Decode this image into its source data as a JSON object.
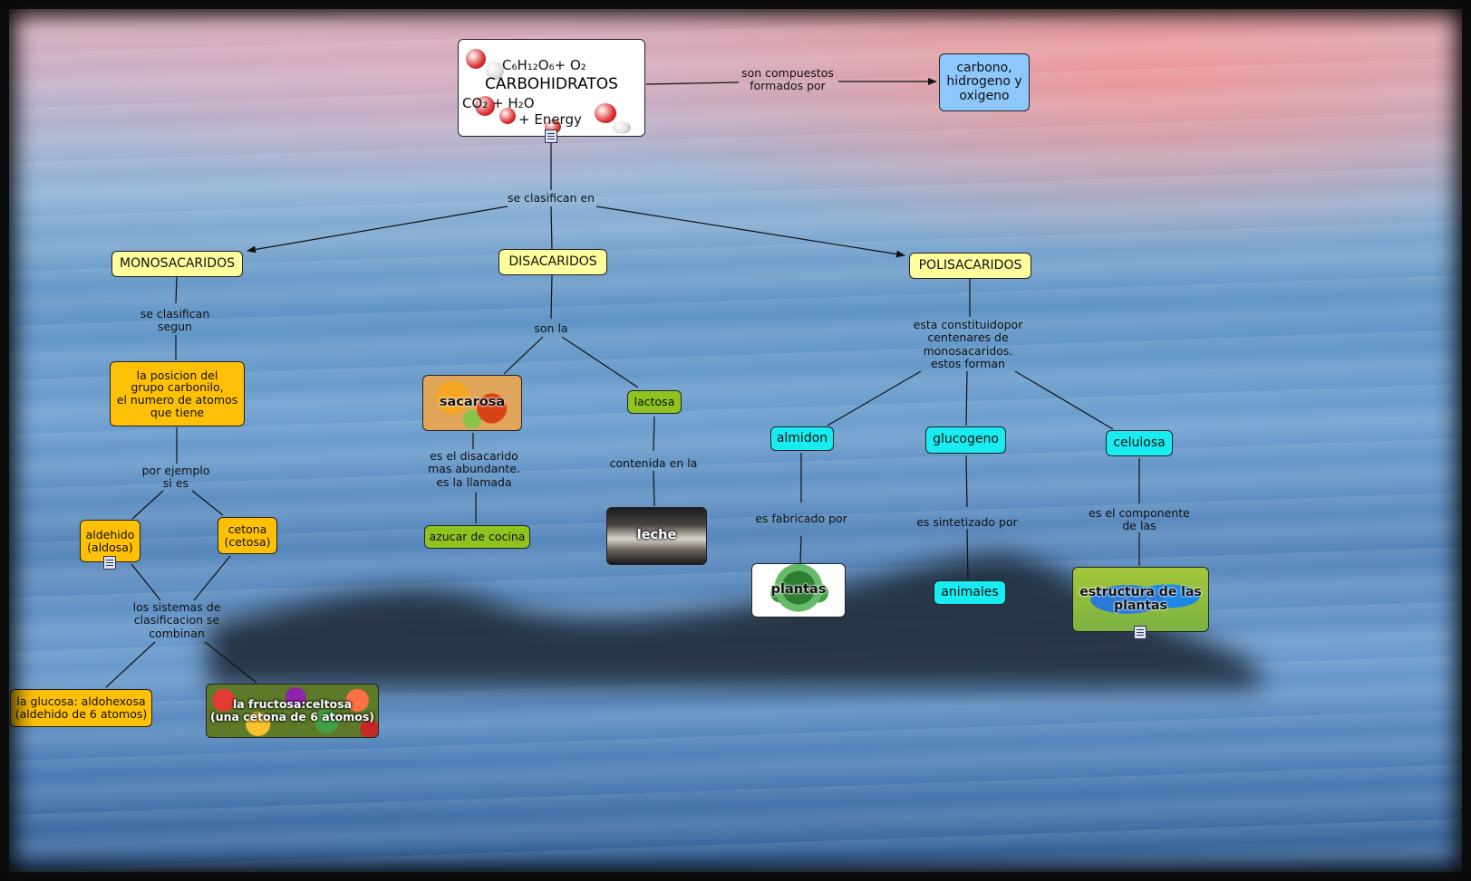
{
  "root": {
    "title": "CARBOHIDRATOS",
    "formula_top": "C₆H₁₂O₆+ O₂",
    "formula_bottom": "CO₂ + H₂O",
    "energy": "+ Energy"
  },
  "links": {
    "compuestos": "son compuestos\nformados por",
    "clasifican_en": "se clasifican en",
    "clasifican_segun": "se clasifican\nsegun",
    "por_ejemplo": "por ejemplo\nsi es",
    "sistemas": "los sistemas de\nclasificacion se\ncombinan",
    "son_la": "son la",
    "disacarido_abundante": "es el disacarido\nmas abundante.\nes la llamada",
    "contenida": "contenida en la",
    "constituido": "esta constituidopor\ncentenares de\nmonosacaridos.\nestos forman",
    "fabricado": "es fabricado por",
    "sintetizado": "es sintetizado por",
    "componente": "es el componente\nde las"
  },
  "nodes": {
    "elementos": "carbono,\nhidrogeno y\noxigeno",
    "monosacaridos": "MONOSACARIDOS",
    "disacaridos": "DISACARIDOS",
    "polisacaridos": "POLISACARIDOS",
    "posicion": "la posicion del\ngrupo carbonilo,\nel numero de atomos\nque tiene",
    "aldehido": "aldehido\n(aldosa)",
    "cetona": "cetona\n(cetosa)",
    "glucosa": "la glucosa: aldohexosa\n(aldehido de 6 atomos)",
    "fructosa": "la fructosa:celtosa\n(una cetona de 6 atomos)",
    "sacarosa": "sacarosa",
    "lactosa": "lactosa",
    "azucar": "azucar de cocina",
    "leche": "leche",
    "almidon": "almidon",
    "glucogeno": "glucogeno",
    "celulosa": "celulosa",
    "plantas": "plantas",
    "animales": "animales",
    "estructura": "estructura de las\nplantas"
  },
  "colors": {
    "concept_yellow": "#ffff9e",
    "concept_orange": "#ffc107",
    "concept_green": "#8fc31f",
    "concept_cyan": "#19ecf0",
    "concept_blue": "#8ec7fb"
  }
}
